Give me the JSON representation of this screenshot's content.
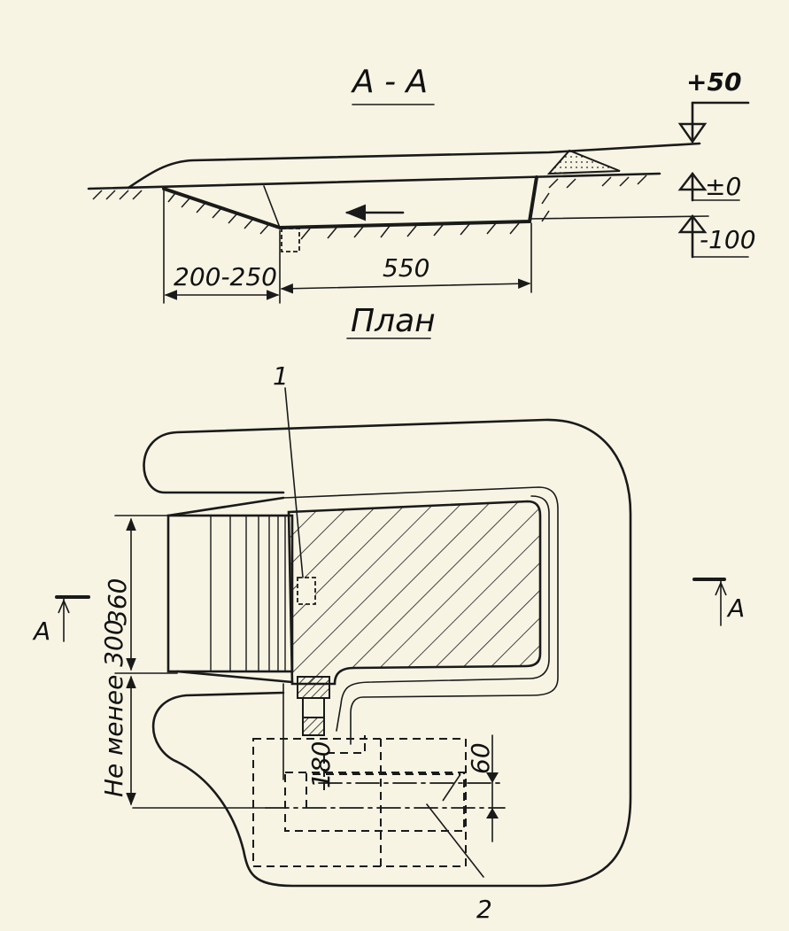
{
  "section": {
    "title": "A - A",
    "levels": {
      "top": "+50",
      "zero": "±0",
      "bottom": "-100"
    },
    "dim_ramp": "200-250",
    "dim_pit": "550"
  },
  "plan": {
    "title": "План",
    "dim_width": "360",
    "dim_min": "Не менее 300",
    "dim_pipe": "180",
    "dim_small": "60",
    "callout_1": "1",
    "callout_2": "2",
    "section_mark_left": "A",
    "section_mark_right": "A"
  }
}
